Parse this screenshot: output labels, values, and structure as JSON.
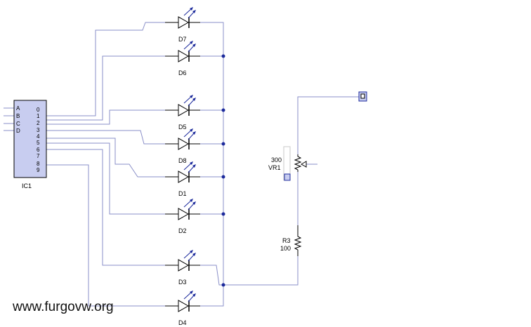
{
  "colors": {
    "wire": "#8a8fc8",
    "component": "#000000",
    "junction": "#1c2a9c",
    "ic_fill": "#c8cdf0",
    "arrow": "#1c2a9c"
  },
  "ic": {
    "label": "IC1",
    "inputs": [
      "A",
      "B",
      "C",
      "D"
    ],
    "outputs": [
      "0",
      "1",
      "2",
      "3",
      "4",
      "5",
      "6",
      "7",
      "8",
      "9"
    ]
  },
  "leds": [
    "D7",
    "D6",
    "D5",
    "D8",
    "D1",
    "D2",
    "D3",
    "D4"
  ],
  "potentiometer": {
    "value": "300",
    "ref": "VR1"
  },
  "resistor": {
    "ref": "R3",
    "value": "100"
  },
  "watermark": "www.furgovw.org"
}
